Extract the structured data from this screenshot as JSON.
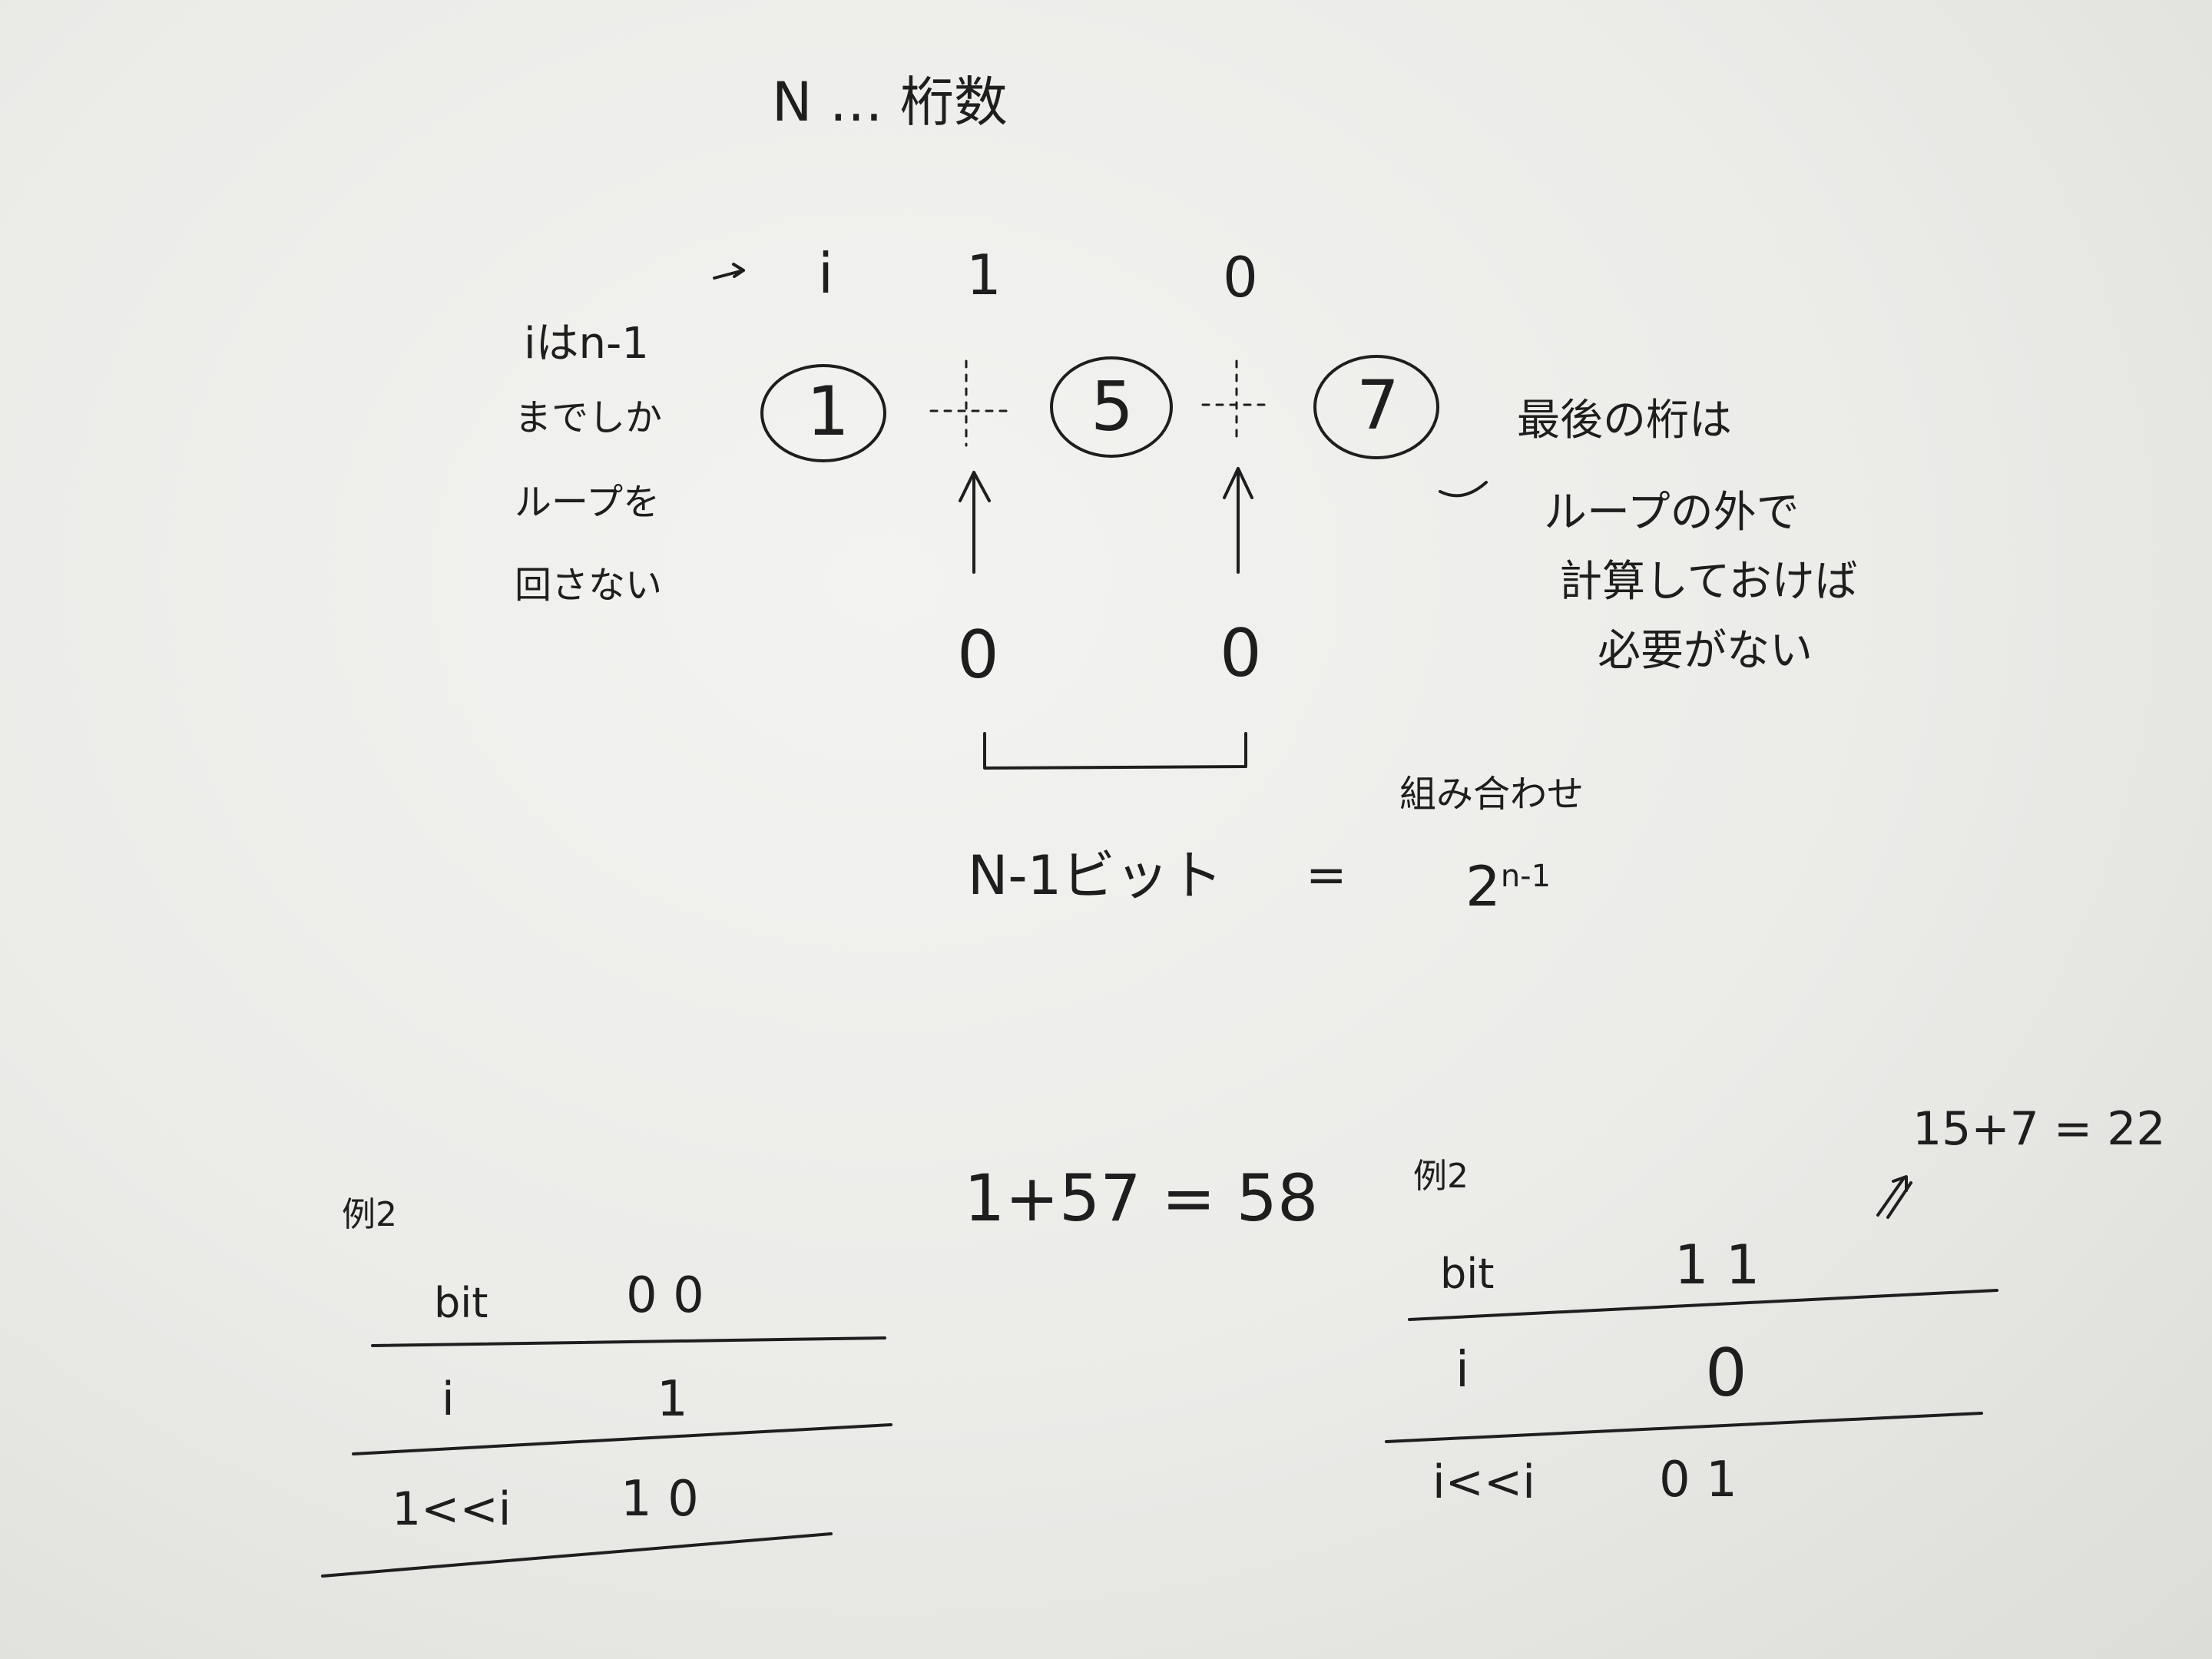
{
  "header": {
    "title": "N … 桁数"
  },
  "diagram": {
    "i_row": [
      "i",
      "1",
      "0"
    ],
    "digits": [
      "1",
      "5",
      "7"
    ],
    "plus_marks": [
      "+",
      "+"
    ],
    "bits": [
      "0",
      "0"
    ],
    "bit_count_label": "N-1ビット",
    "equals": "=",
    "combinations_label": "組み合わせ",
    "combinations_base": "2",
    "combinations_exponent": "n-1",
    "left_note": [
      "iはn-1",
      "までしか",
      "ループを",
      "回さない"
    ],
    "right_note": [
      "最後の桁は",
      "ループの外で",
      "計算しておけば",
      "必要がない"
    ]
  },
  "example_left": {
    "label": "例2",
    "result": "1+57 = 58",
    "rows": [
      {
        "label": "bit",
        "value": "0 0"
      },
      {
        "label": "i",
        "value": "1"
      },
      {
        "label": "1<<i",
        "value": "1 0"
      }
    ]
  },
  "example_right": {
    "label": "例2",
    "result": "15+7 = 22",
    "rows": [
      {
        "label": "bit",
        "value": "1 1"
      },
      {
        "label": "i",
        "value": "0"
      },
      {
        "label": "i<<i",
        "value": "0 1"
      }
    ]
  }
}
